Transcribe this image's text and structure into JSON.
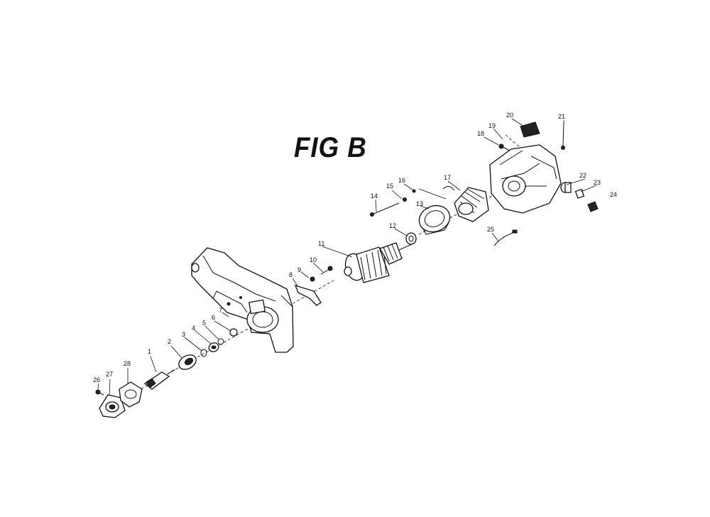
{
  "figure": {
    "title": "FIG B"
  },
  "parts": [
    {
      "id": "1",
      "label": "1"
    },
    {
      "id": "2",
      "label": "2"
    },
    {
      "id": "3",
      "label": "3"
    },
    {
      "id": "4",
      "label": "4"
    },
    {
      "id": "5",
      "label": "5"
    },
    {
      "id": "6",
      "label": "6"
    },
    {
      "id": "7",
      "label": "7"
    },
    {
      "id": "8",
      "label": "8"
    },
    {
      "id": "9",
      "label": "9"
    },
    {
      "id": "10",
      "label": "10"
    },
    {
      "id": "11",
      "label": "11"
    },
    {
      "id": "12",
      "label": "12"
    },
    {
      "id": "13",
      "label": "13"
    },
    {
      "id": "14",
      "label": "14"
    },
    {
      "id": "15",
      "label": "15"
    },
    {
      "id": "16",
      "label": "16"
    },
    {
      "id": "17",
      "label": "17"
    },
    {
      "id": "18",
      "label": "18"
    },
    {
      "id": "19",
      "label": "19"
    },
    {
      "id": "20",
      "label": "20"
    },
    {
      "id": "21",
      "label": "21"
    },
    {
      "id": "22",
      "label": "22"
    },
    {
      "id": "23",
      "label": "23"
    },
    {
      "id": "24",
      "label": "24"
    },
    {
      "id": "25",
      "label": "25"
    },
    {
      "id": "26",
      "label": "26"
    },
    {
      "id": "27",
      "label": "27"
    },
    {
      "id": "28",
      "label": "28"
    }
  ]
}
